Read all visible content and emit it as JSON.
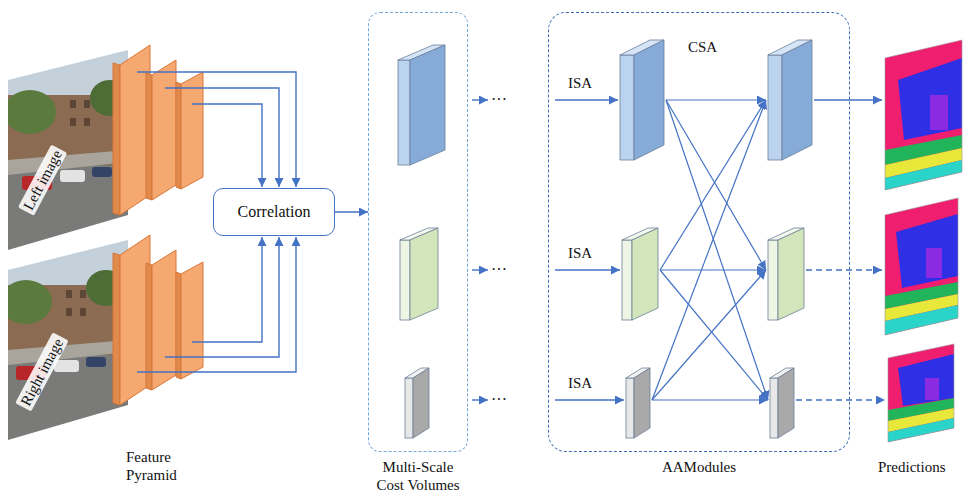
{
  "diagram": {
    "nodes": [
      {
        "text": [
          "Correlation"
        ]
      },
      {
        "text": [
          "Multi-Scale Cost Volumes"
        ]
      },
      {
        "text": [
          "AAModules"
        ]
      }
    ],
    "edges": [
      {
        "from": 0,
        "to": 1,
        "arrow": "to"
      }
    ],
    "labels": [
      "Left image",
      "Right image",
      "Feature Pyramid",
      "ISA",
      "ISA",
      "ISA",
      "CSA",
      "···",
      "···",
      "···",
      "Predictions"
    ]
  }
}
